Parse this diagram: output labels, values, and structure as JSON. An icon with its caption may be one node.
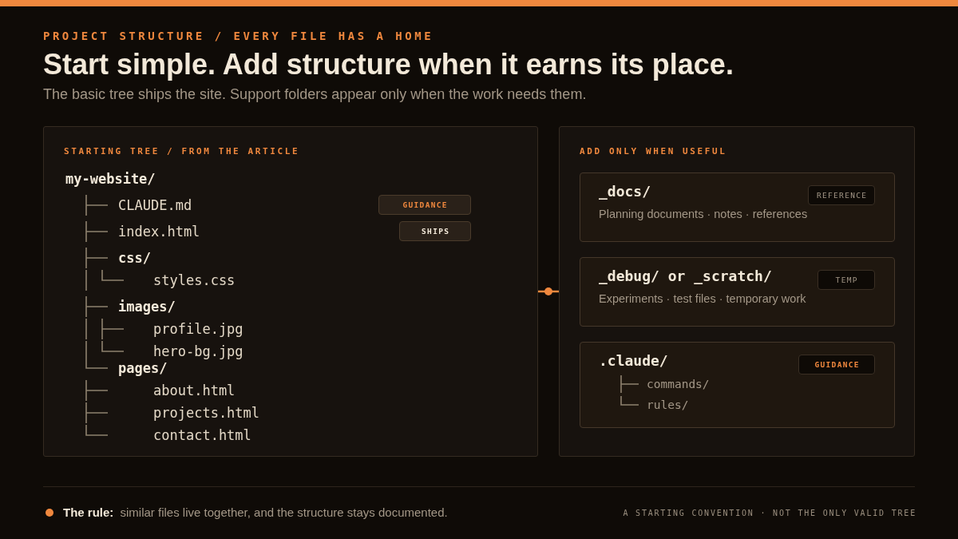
{
  "diagram": {
    "title": "Start simple. Add structure when it earns its place.",
    "nodes": [
      {
        "text": [
          "STARTING TREE / FROM THE ARTICLE",
          "my-website/",
          "CLAUDE.md",
          "index.html",
          "css/",
          "styles.css",
          "images/",
          "profile.jpg",
          "hero-bg.jpg",
          "pages/",
          "about.html",
          "projects.html",
          "contact.html"
        ]
      },
      {
        "text": [
          "GUIDANCE"
        ],
        "in": 0
      },
      {
        "text": [
          "SHIPS"
        ],
        "in": 0
      },
      {
        "text": [
          "ADD ONLY WHEN USEFUL"
        ]
      },
      {
        "text": [
          "_docs/",
          "Planning documents · notes · references"
        ],
        "in": 3
      },
      {
        "text": [
          "REFERENCE"
        ],
        "in": 4
      },
      {
        "text": [
          "_debug/ or _scratch/",
          "Experiments · test files · temporary work"
        ],
        "in": 3
      },
      {
        "text": [
          "TEMP"
        ],
        "in": 6
      },
      {
        "text": [
          ".claude/",
          "commands/",
          "rules/"
        ],
        "in": 3
      },
      {
        "text": [
          "GUIDANCE"
        ],
        "in": 8
      }
    ],
    "edges": [
      {
        "from": 0,
        "to": 3,
        "arrow": "none"
      }
    ],
    "labels": [
      "PROJECT STRUCTURE / EVERY FILE HAS A HOME",
      "The basic tree ships the site. Support folders appear only when the work needs them.",
      "**The rule:** similar files live together, and the structure stays documented.",
      "A STARTING CONVENTION · NOT THE ONLY VALID TREE"
    ]
  }
}
